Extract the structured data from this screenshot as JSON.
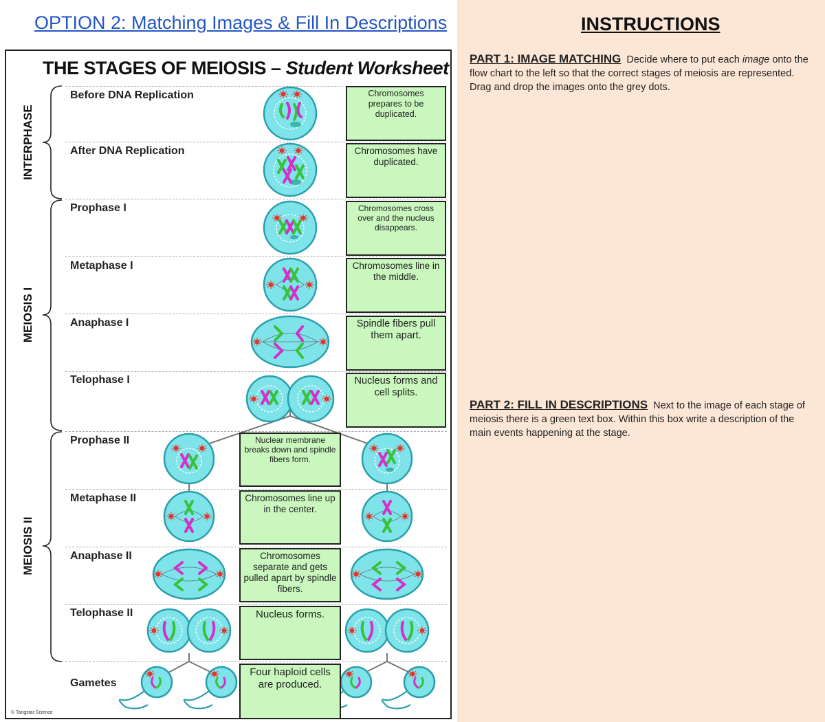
{
  "header": {
    "option_title": "OPTION 2: Matching Images & Fill In Descriptions",
    "worksheet_title_main": "THE STAGES OF MEIOSIS",
    "worksheet_title_dash": " – ",
    "worksheet_title_sub": "Student Worksheet"
  },
  "phases": [
    "INTERPHASE",
    "MEIOSIS I",
    "MEIOSIS II"
  ],
  "stages": [
    "Before DNA Replication",
    "After DNA Replication",
    "Prophase I",
    "Metaphase I",
    "Anaphase I",
    "Telophase I",
    "Prophase II",
    "Metaphase II",
    "Anaphase II",
    "Telophase II",
    "Gametes"
  ],
  "descriptions": [
    "Chromosomes prepares to be duplicated.",
    "Chromosomes have duplicated.",
    "Chromosomes cross over and the nucleus disappears.",
    "Chromosomes line in the middle.",
    "Spindle fibers pull them apart.",
    "Nucleus forms and cell splits.",
    "Nuclear membrane breaks down and spindle fibers form.",
    "Chromosomes line up in the center.",
    "Chromosomes separate and gets pulled apart by spindle fibers.",
    "Nucleus forms.",
    "Four haploid cells are produced."
  ],
  "copyright": "© Tangstar Science",
  "instructions": {
    "title": "INSTRUCTIONS",
    "part1_heading": "PART 1: IMAGE MATCHING",
    "part1_text_a": "Decide where to put each ",
    "part1_text_em": "image",
    "part1_text_b": " onto the flow chart to the left so that the correct stages of meiosis are represented. Drag and drop the images onto the grey dots.",
    "part2_heading": "PART 2: FILL IN DESCRIPTIONS",
    "part2_text": "Next to the image of each stage of meiosis there is a green text box. Within this box write a description of the main events happening at the stage."
  },
  "colors": {
    "title_blue": "#2456c4",
    "instructions_bg": "#fce6d6",
    "box_green": "#c9f7be",
    "cell_fill": "#7fe3ea",
    "cell_stroke": "#2a9fab",
    "chromosome_green": "#38c23a",
    "chromosome_magenta": "#d52fc9",
    "centriole_red": "#e2352a"
  }
}
